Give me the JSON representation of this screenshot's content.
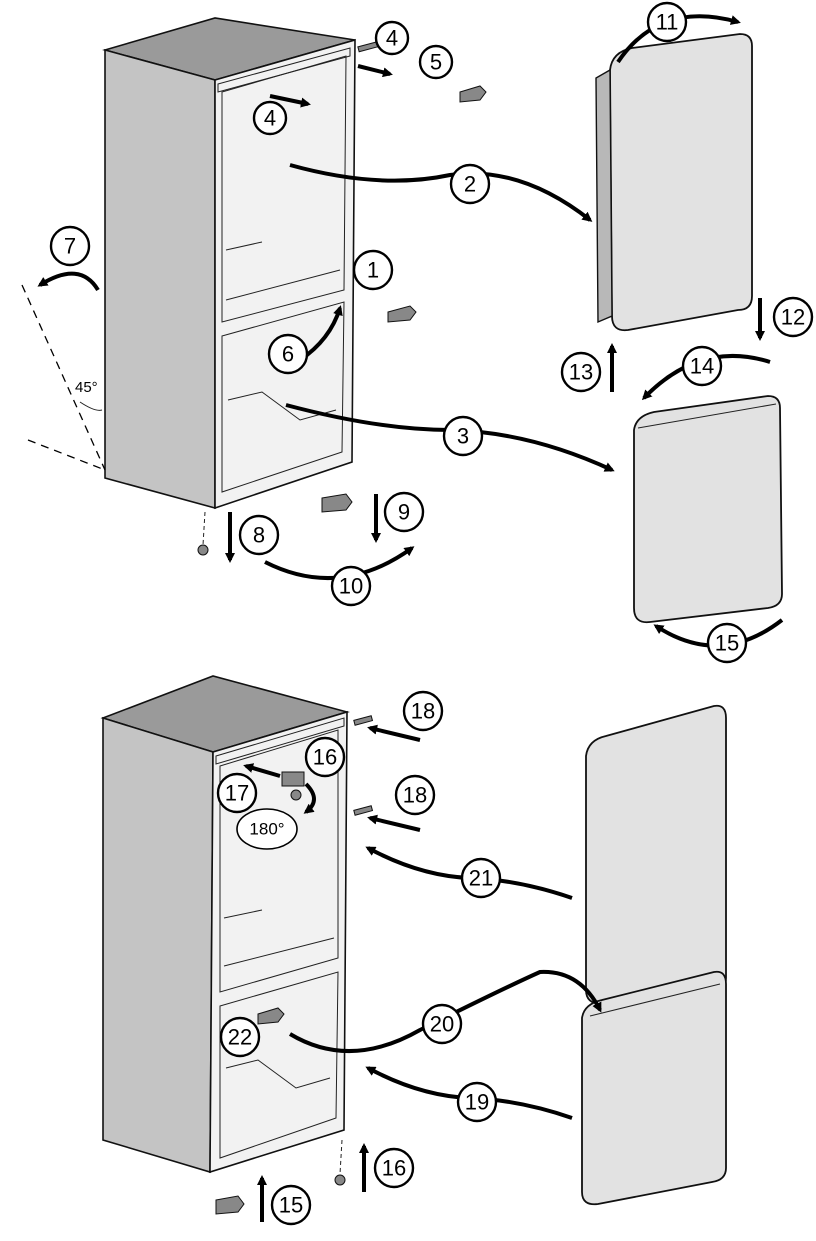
{
  "diagram": {
    "callouts_top": [
      "4",
      "5",
      "4",
      "2",
      "7",
      "1",
      "6",
      "3",
      "8",
      "9",
      "10",
      "11",
      "12",
      "13",
      "14",
      "15"
    ],
    "callouts_bottom": [
      "18",
      "16",
      "17",
      "18",
      "21",
      "20",
      "22",
      "19",
      "16",
      "15"
    ],
    "angle_label": "45°",
    "rotation_label": "180°"
  }
}
